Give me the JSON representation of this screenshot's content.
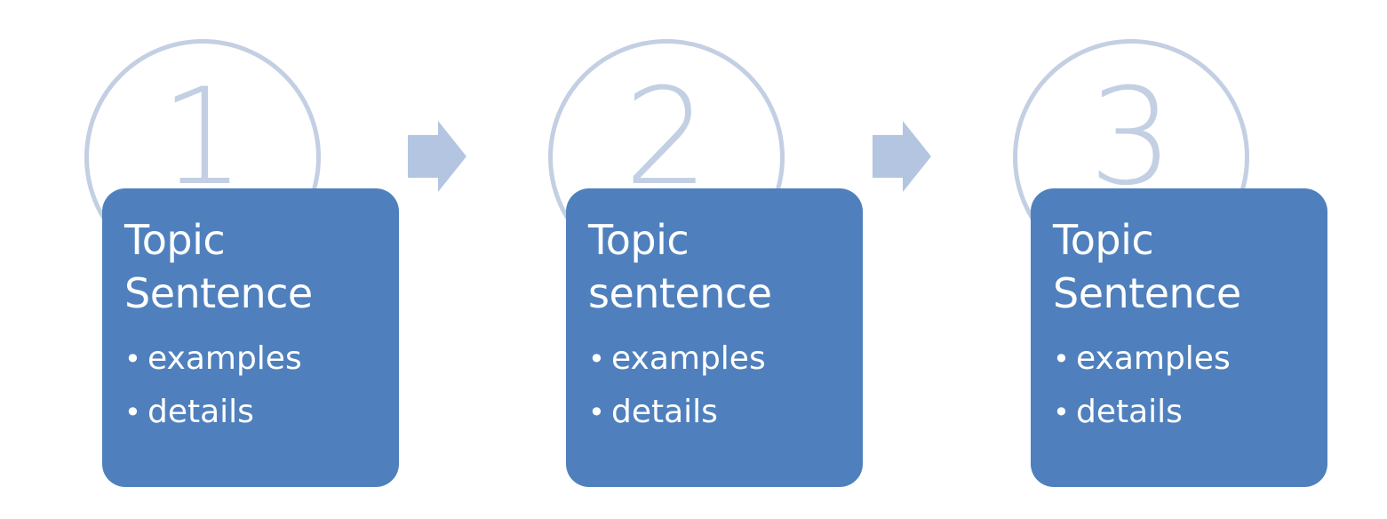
{
  "steps": [
    {
      "number": "1",
      "title_line1": "Topic",
      "title_line2": "Sentence",
      "bullets": [
        "examples",
        "details"
      ]
    },
    {
      "number": "2",
      "title_line1": "Topic",
      "title_line2": "sentence",
      "bullets": [
        "examples",
        "details"
      ]
    },
    {
      "number": "3",
      "title_line1": "Topic",
      "title_line2": "Sentence",
      "bullets": [
        "examples",
        "details"
      ]
    }
  ],
  "bullet_glyph": "•",
  "colors": {
    "card": "#4f80bd",
    "circle": "#c3cfe3",
    "arrow": "#b3c5e0",
    "text": "#ffffff"
  },
  "icons": {
    "connector": "right-arrow-icon"
  }
}
